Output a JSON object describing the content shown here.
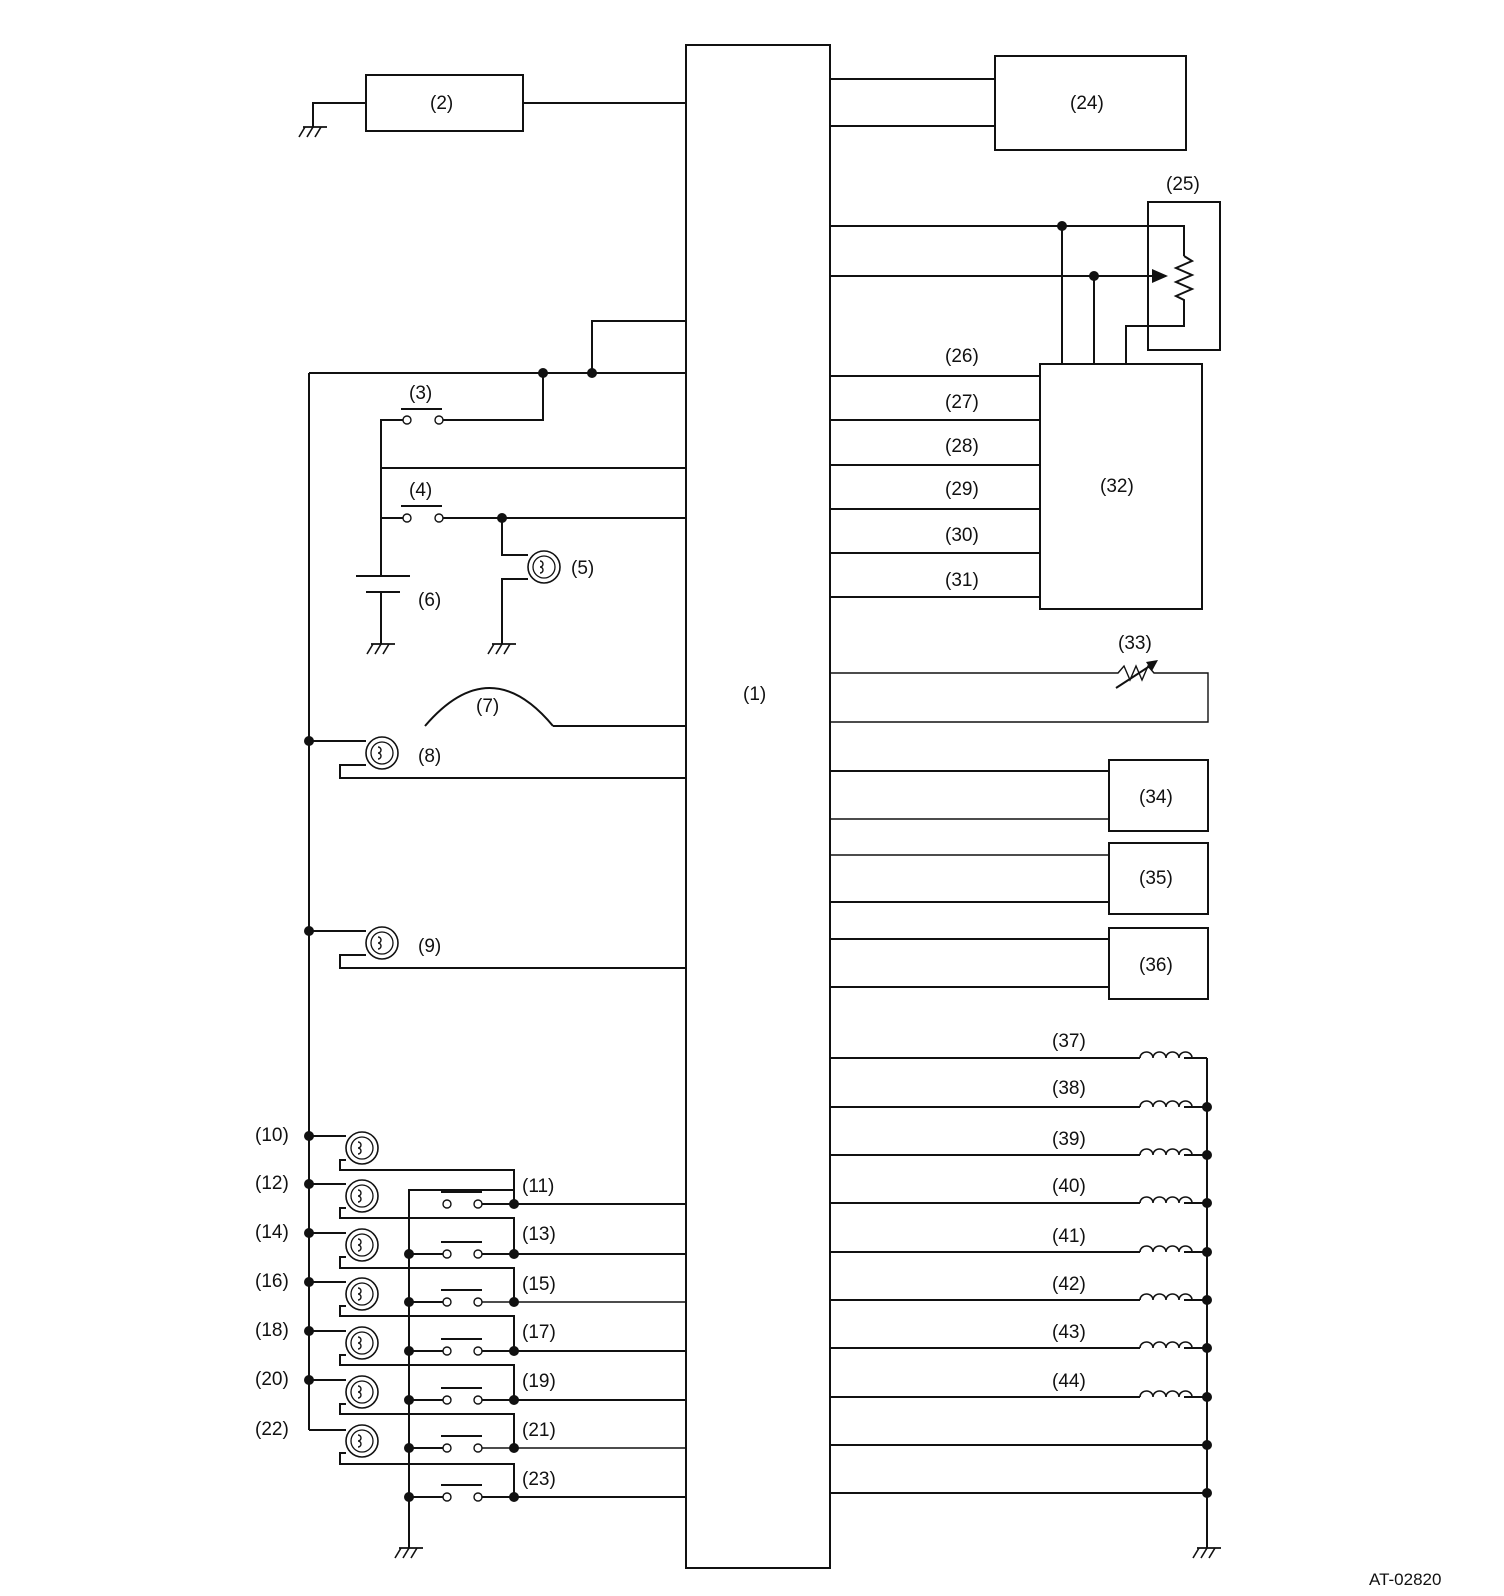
{
  "labels": {
    "c1": "(1)",
    "c2": "(2)",
    "c3": "(3)",
    "c4": "(4)",
    "c5": "(5)",
    "c6": "(6)",
    "c7": "(7)",
    "c8": "(8)",
    "c9": "(9)",
    "c10": "(10)",
    "c11": "(11)",
    "c12": "(12)",
    "c13": "(13)",
    "c14": "(14)",
    "c15": "(15)",
    "c16": "(16)",
    "c17": "(17)",
    "c18": "(18)",
    "c19": "(19)",
    "c20": "(20)",
    "c21": "(21)",
    "c22": "(22)",
    "c23": "(23)",
    "c24": "(24)",
    "c25": "(25)",
    "c26": "(26)",
    "c27": "(27)",
    "c28": "(28)",
    "c29": "(29)",
    "c30": "(30)",
    "c31": "(31)",
    "c32": "(32)",
    "c33": "(33)",
    "c34": "(34)",
    "c35": "(35)",
    "c36": "(36)",
    "c37": "(37)",
    "c38": "(38)",
    "c39": "(39)",
    "c40": "(40)",
    "c41": "(41)",
    "c42": "(42)",
    "c43": "(43)",
    "c44": "(44)"
  },
  "figure_id": "AT-02820",
  "icons": {
    "ground": "ground-symbol-icon",
    "lamp": "lamp-icon",
    "switch": "switch-icon",
    "battery": "battery-icon",
    "solenoid": "solenoid-coil-icon",
    "potentiometer": "potentiometer-icon",
    "thermistor": "variable-resistor-icon"
  }
}
